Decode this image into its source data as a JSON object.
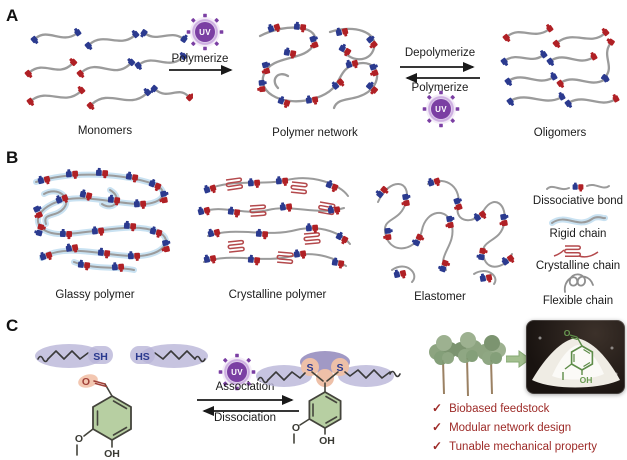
{
  "panels": {
    "a": {
      "label": "A",
      "monomers": "Monomers",
      "network": "Polymer network",
      "oligomers": "Oligomers",
      "polymerize": "Polymerize",
      "depolymerize": "Depolymerize"
    },
    "b": {
      "label": "B",
      "glassy": "Glassy polymer",
      "crystalline": "Crystalline polymer",
      "elastomer": "Elastomer",
      "legend": {
        "dissociative": "Dissociative bond",
        "rigid": "Rigid chain",
        "crystalline": "Crystalline chain",
        "flexible": "Flexible chain"
      }
    },
    "c": {
      "label": "C",
      "association": "Association",
      "dissociation": "Dissociation",
      "check": "✓",
      "checklist": [
        "Biobased feedstock",
        "Modular network design",
        "Tunable mechanical property"
      ]
    }
  },
  "chem": {
    "uv": "UV",
    "sh": "SH",
    "hs": "HS",
    "s": "S",
    "o": "O",
    "oh": "OH"
  },
  "colors": {
    "bond_red": "#b02025",
    "bond_blue": "#2b3a8f",
    "chain_gray": "#9b9b9b",
    "rigid_glow": "#c9e2f2",
    "crystalline_red": "#b4494c",
    "uv_purple": "#7b3fa3",
    "lavender": "#b9b5d8",
    "highlight_peach": "#eec0a8",
    "ring_green": "#b7cfa2",
    "checklist_maroon": "#9d2a27",
    "structure_green": "#5d8c48"
  }
}
